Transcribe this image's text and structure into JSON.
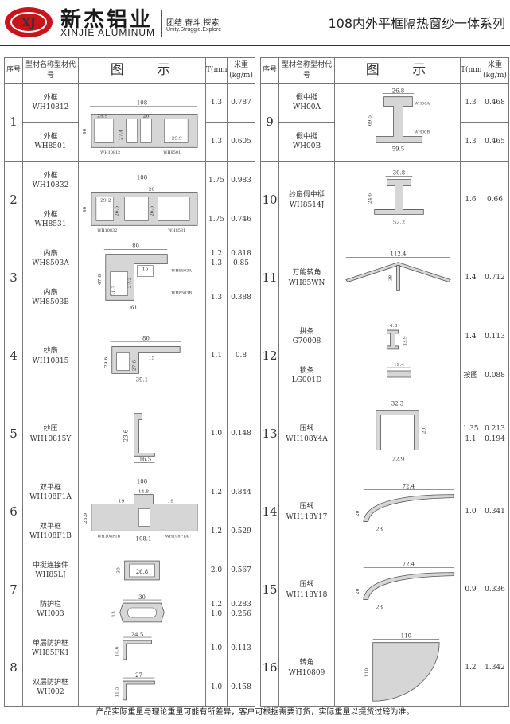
{
  "brand": {
    "name_cn": "新杰铝业",
    "name_en": "XINJIE ALUMINUM",
    "slogan_cn": "团结.奋斗.探索",
    "slogan_en": "Unity.Struggle.Explore",
    "series_title": "108内外平框隔热窗纱一体系列",
    "logo_text": "XJ"
  },
  "table_header": {
    "seq": "序号",
    "name": "型材名称型材代号",
    "figure": "图 示",
    "t": "T(mm)",
    "weight": "米重(kg/m)"
  },
  "left_groups": [
    {
      "no": "1",
      "items": [
        {
          "name": "外框",
          "code": "WH10812",
          "t": "1.3",
          "w": "0.787"
        },
        {
          "name": "外框",
          "code": "WH8501",
          "t": "1.3",
          "w": "0.605"
        }
      ]
    },
    {
      "no": "2",
      "items": [
        {
          "name": "外框",
          "code": "WH10832",
          "t": "1.75",
          "w": "0.983"
        },
        {
          "name": "外框",
          "code": "WH8531",
          "t": "1.75",
          "w": "0.746"
        }
      ]
    },
    {
      "no": "3",
      "items": [
        {
          "name": "内扇",
          "code": "WH8503A",
          "t": "1.2\n1.3",
          "w": "0.818\n0.85"
        },
        {
          "name": "内扇",
          "code": "WH8503B",
          "t": "1.3",
          "w": "0.388"
        }
      ]
    },
    {
      "no": "4",
      "items": [
        {
          "name": "纱扇",
          "code": "WH10815",
          "t": "1.1",
          "w": "0.8"
        }
      ]
    },
    {
      "no": "5",
      "items": [
        {
          "name": "纱压",
          "code": "WH10815Y",
          "t": "1.0",
          "w": "0.148"
        }
      ]
    },
    {
      "no": "6",
      "items": [
        {
          "name": "双平框",
          "code": "WH108F1A",
          "t": "1.2",
          "w": "0.844"
        },
        {
          "name": "双平框",
          "code": "WH108F1B",
          "t": "1.2",
          "w": "0.529"
        }
      ]
    },
    {
      "no": "7",
      "items": [
        {
          "name": "中挺连接件",
          "code": "WH85LJ",
          "t": "2.0",
          "w": "0.567"
        },
        {
          "name": "防护栏",
          "code": "WH003",
          "t": "1.2\n1.0",
          "w": "0.283\n0.256"
        }
      ]
    },
    {
      "no": "8",
      "items": [
        {
          "name": "单层防护框",
          "code": "WH85FK1",
          "t": "1.0",
          "w": "0.113"
        },
        {
          "name": "双层防护框",
          "code": "WH002",
          "t": "1.0",
          "w": "0.158"
        }
      ]
    }
  ],
  "right_groups": [
    {
      "no": "9",
      "items": [
        {
          "name": "假中挺",
          "code": "WH00A",
          "t": "1.3",
          "w": "0.468"
        },
        {
          "name": "假中挺",
          "code": "WH00B",
          "t": "1.3",
          "w": "0.465"
        }
      ]
    },
    {
      "no": "10",
      "items": [
        {
          "name": "纱扇假中挺",
          "code": "WH8514J",
          "t": "1.6",
          "w": "0.66"
        }
      ]
    },
    {
      "no": "11",
      "items": [
        {
          "name": "万能转角",
          "code": "WH85WN",
          "t": "1.4",
          "w": "0.712"
        }
      ]
    },
    {
      "no": "12",
      "items": [
        {
          "name": "拼条",
          "code": "G70008",
          "t": "1.4",
          "w": "0.113"
        },
        {
          "name": "锁条",
          "code": "LG001D",
          "t": "按图",
          "w": "0.088"
        }
      ]
    },
    {
      "no": "13",
      "items": [
        {
          "name": "压线",
          "code": "WH108Y4A",
          "t": "1.35\n1.1",
          "w": "0.213\n0.194"
        }
      ]
    },
    {
      "no": "14",
      "items": [
        {
          "name": "压线",
          "code": "WH118Y17",
          "t": "1.0",
          "w": "0.341"
        }
      ]
    },
    {
      "no": "15",
      "items": [
        {
          "name": "压线",
          "code": "WH118Y18",
          "t": "0.9",
          "w": "0.336"
        }
      ]
    },
    {
      "no": "16",
      "items": [
        {
          "name": "转角",
          "code": "WH10809",
          "t": "1.2",
          "w": "1.342"
        }
      ]
    }
  ],
  "dims": {
    "g1": [
      "108",
      "29.9",
      "27.4",
      "20",
      "29.9",
      "40",
      "WH10812",
      "WH8501"
    ],
    "g2": [
      "108",
      "20",
      "29.2",
      "26.5",
      "26.5",
      "40",
      "WH10832",
      "WH8531"
    ],
    "g3": [
      "80",
      "15",
      "27.2",
      "47.8",
      "31.3",
      "61",
      "WH8503A",
      "WH8503B"
    ],
    "g4": [
      "80",
      "29.6",
      "27.6",
      "15",
      "39.1"
    ],
    "g5": [
      "23.6",
      "16.5"
    ],
    "g6": [
      "108",
      "14.8",
      "19",
      "19",
      "25.9",
      "108.1",
      "WH108F1B",
      "WH108F1A"
    ],
    "g7a": [
      "26.8",
      "30"
    ],
    "g7b": [
      "30",
      "13"
    ],
    "g8a": [
      "24.5",
      "14.6"
    ],
    "g8b": [
      "27",
      "11.5"
    ],
    "g9": [
      "26.8",
      "69.5",
      "59.5",
      "WH00A",
      "WH00B"
    ],
    "g10": [
      "30.8",
      "24.6",
      "52.2"
    ],
    "g11": [
      "112.4",
      "38"
    ],
    "g12a": [
      "4.8",
      "13.9"
    ],
    "g12b": [
      "19.4"
    ],
    "g13": [
      "32.3",
      "20",
      "22.9"
    ],
    "g14": [
      "72.4",
      "20",
      "23"
    ],
    "g15": [
      "72.4",
      "20",
      "23"
    ],
    "g16": [
      "110",
      "110"
    ]
  },
  "footer": "产品实际重量与理论重量可能有所差异，客户可根据需要订货，实际重量以提货过磅为准。"
}
